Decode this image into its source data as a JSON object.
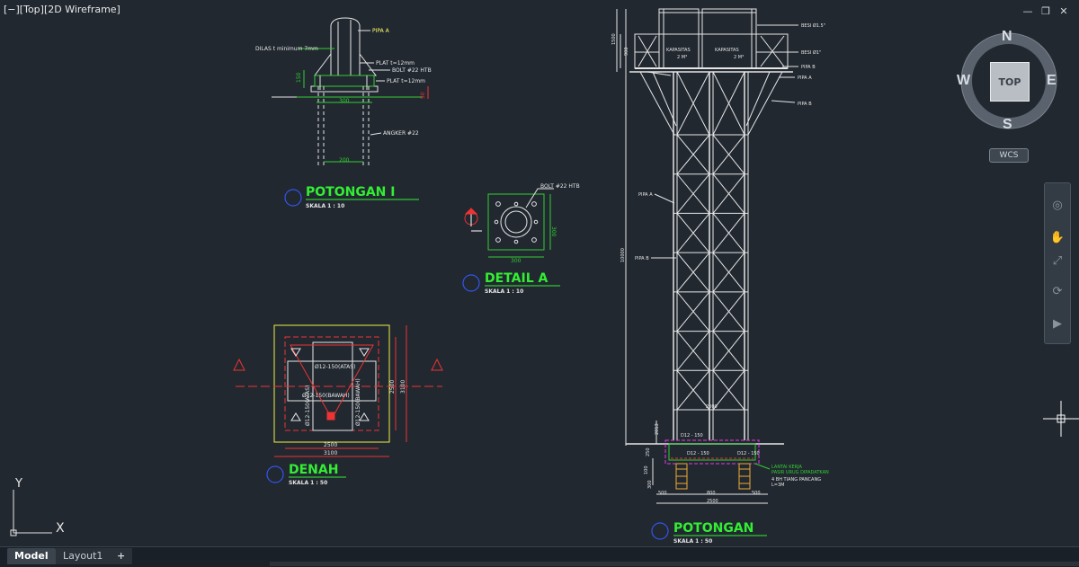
{
  "viewport": {
    "label": "[−][Top][2D Wireframe]"
  },
  "window_controls": {
    "minimize": "🗕",
    "restore": "🗗",
    "close": "✕"
  },
  "viewcube": {
    "north": "N",
    "south": "S",
    "east": "E",
    "west": "W",
    "face": "TOP",
    "wcs": "WCS"
  },
  "navbar": {
    "icons": [
      "steering-wheel-icon",
      "pan-icon",
      "zoom-extents-icon",
      "orbit-icon",
      "showmotion-icon"
    ]
  },
  "tabs": [
    {
      "label": "Model",
      "active": true
    },
    {
      "label": "Layout1",
      "active": false
    },
    {
      "label": "+",
      "active": false
    }
  ],
  "ucs": {
    "x": "X",
    "y": "Y"
  },
  "drawing": {
    "potongan1": {
      "title": "POTONGAN I",
      "scale": "SKALA 1 : 10",
      "labels": {
        "pipa_a": "PIPA A",
        "dilas": "DILAS t minimum 7mm",
        "plat1": "PLAT t=12mm",
        "bolt": "BOLT #22 HTB",
        "plat2": "PLAT t=12mm",
        "angker": "ANGKER #22"
      },
      "dims": {
        "top": "300",
        "bottom": "200",
        "left": "150",
        "right": "50"
      }
    },
    "detail_a": {
      "title": "DETAIL A",
      "scale": "SKALA 1 : 10",
      "bolt": "BOLT #22 HTB",
      "dim_bottom": "300",
      "dim_right": "300"
    },
    "denah": {
      "title": "DENAH",
      "scale": "SKALA 1 : 50",
      "dims": {
        "inner": "2500",
        "outer": "3100",
        "right_inner": "2500",
        "right_outer": "3100"
      },
      "notes": {
        "top": "Ø12-150(ATAS)",
        "mid": "Ø12-150(BAWAH)",
        "left": "Ø12-150(ATAS)",
        "right": "Ø12-150(BAWAH)"
      }
    },
    "potongan": {
      "title": "POTONGAN",
      "scale": "SKALA 1 : 50",
      "tank_left": "KAPASITAS\n2 M³",
      "tank_right": "KAPASITAS\n2 M³",
      "tank_left_l1": "KAPASITAS",
      "tank_left_l2": "2 M³",
      "tank_right_l1": "KAPASITAS",
      "tank_right_l2": "2 M³",
      "labels": {
        "besi15": "BESI Ø1.5\"",
        "besi1": "BESI Ø1\"",
        "pipa_b1": "PIPA B",
        "pipa_a1": "PIPA A",
        "pipa_b2": "PIPA B",
        "pipa_a_left": "PIPA A",
        "pipa_b_left": "PIPA B"
      },
      "dims": {
        "h1500": "1500",
        "h900": "900",
        "h10000": "10000",
        "w2000": "2000",
        "h2013": "2013",
        "d12a": "D12 - 150",
        "d12b": "D12 - 150",
        "d12c": "D12 - 150",
        "h250": "250",
        "h100": "100",
        "h300": "300",
        "w500a": "500",
        "w800": "800",
        "w500b": "500",
        "w2500": "2500"
      },
      "notes": {
        "n1": "LANTAI KERJA",
        "n2": "PASIR URUG DIPADATKAN",
        "n3": "4 BH TIANG PANCANG",
        "n4": "L=3M"
      }
    }
  }
}
